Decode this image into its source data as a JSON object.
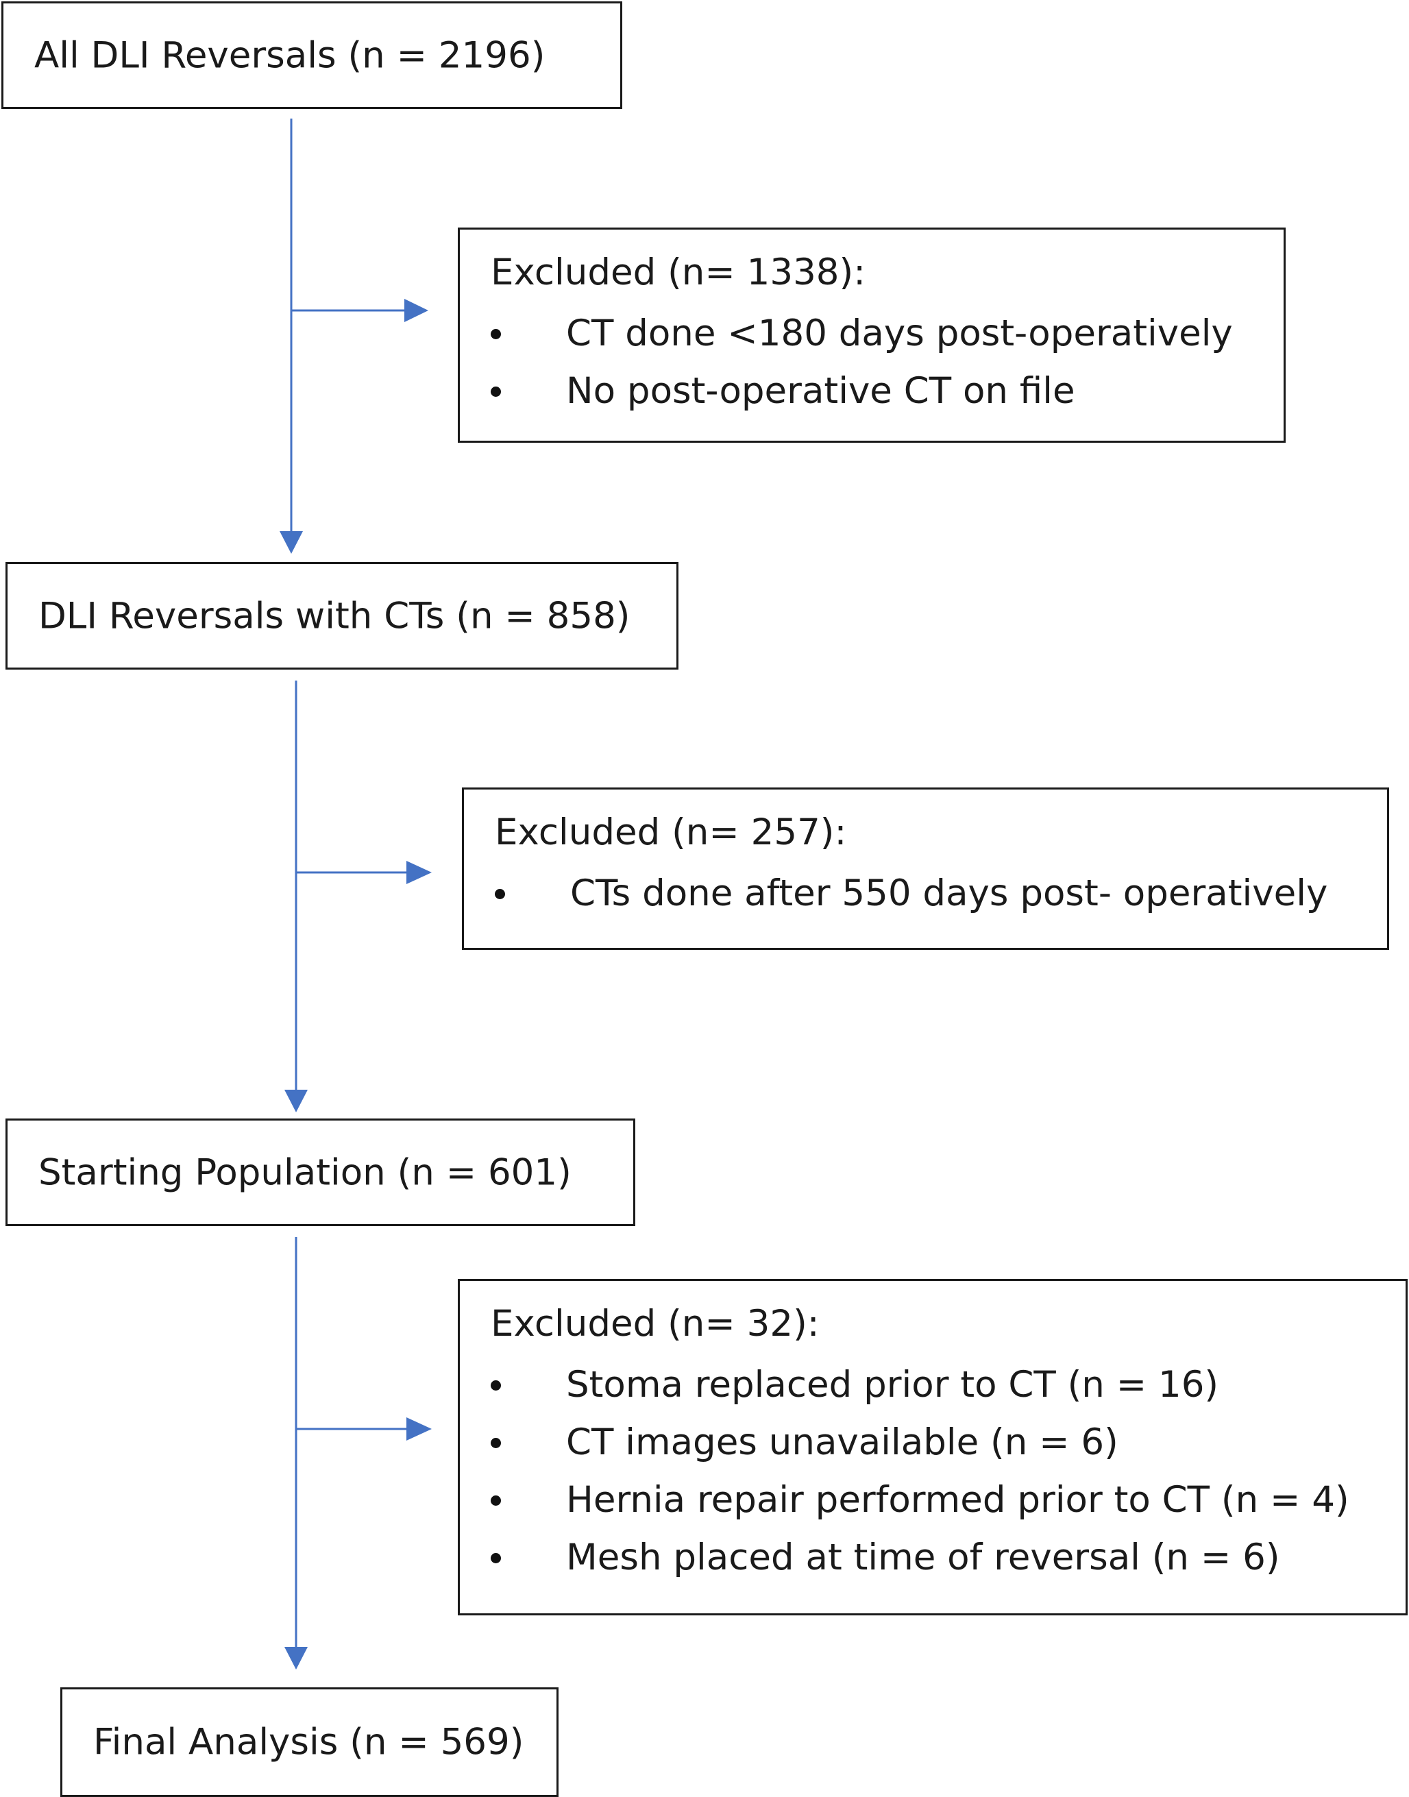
{
  "colors": {
    "arrow": "#4472c4",
    "border": "#1a1a1a"
  },
  "flow": {
    "step1": "All DLI Reversals (n = 2196)",
    "step2": "DLI Reversals with CTs (n = 858)",
    "step3": "Starting Population (n = 601)",
    "step4": "Final Analysis (n = 569)"
  },
  "exclusions": [
    {
      "header": "Excluded (n= 1338):",
      "items": [
        "CT done <180 days post-operatively",
        "No post-operative CT on file"
      ]
    },
    {
      "header": "Excluded (n= 257):",
      "items": [
        "CTs done after 550 days post- operatively"
      ]
    },
    {
      "header": "Excluded (n= 32):",
      "items": [
        "Stoma replaced prior to CT (n = 16)",
        "CT images unavailable (n = 6)",
        "Hernia repair performed prior to CT (n = 4)",
        "Mesh placed at time of reversal (n = 6)"
      ]
    }
  ]
}
